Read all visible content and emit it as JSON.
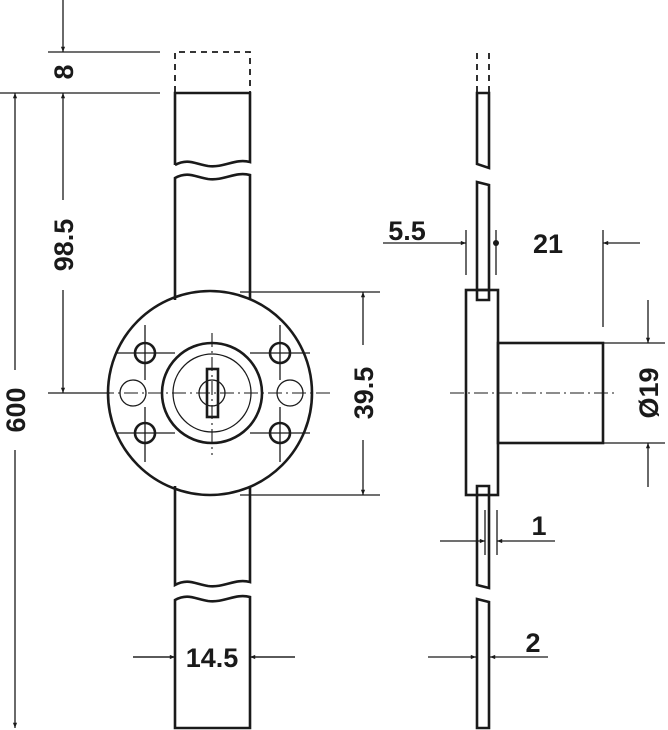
{
  "title": "Cylinder lock with espagnolette rod – dimension drawing",
  "dimensions": {
    "rod_offset": "8",
    "center_distance": "98.5",
    "rod_length": "600",
    "rosette_height": "39.5",
    "rod_width": "14.5",
    "plate_offset": "5.5",
    "cylinder_length": "21",
    "cylinder_diameter": "Ø19",
    "plate_thickness": "1",
    "rod_thickness": "2"
  },
  "colors": {
    "line": "#1a1a1a",
    "background": "#ffffff"
  }
}
